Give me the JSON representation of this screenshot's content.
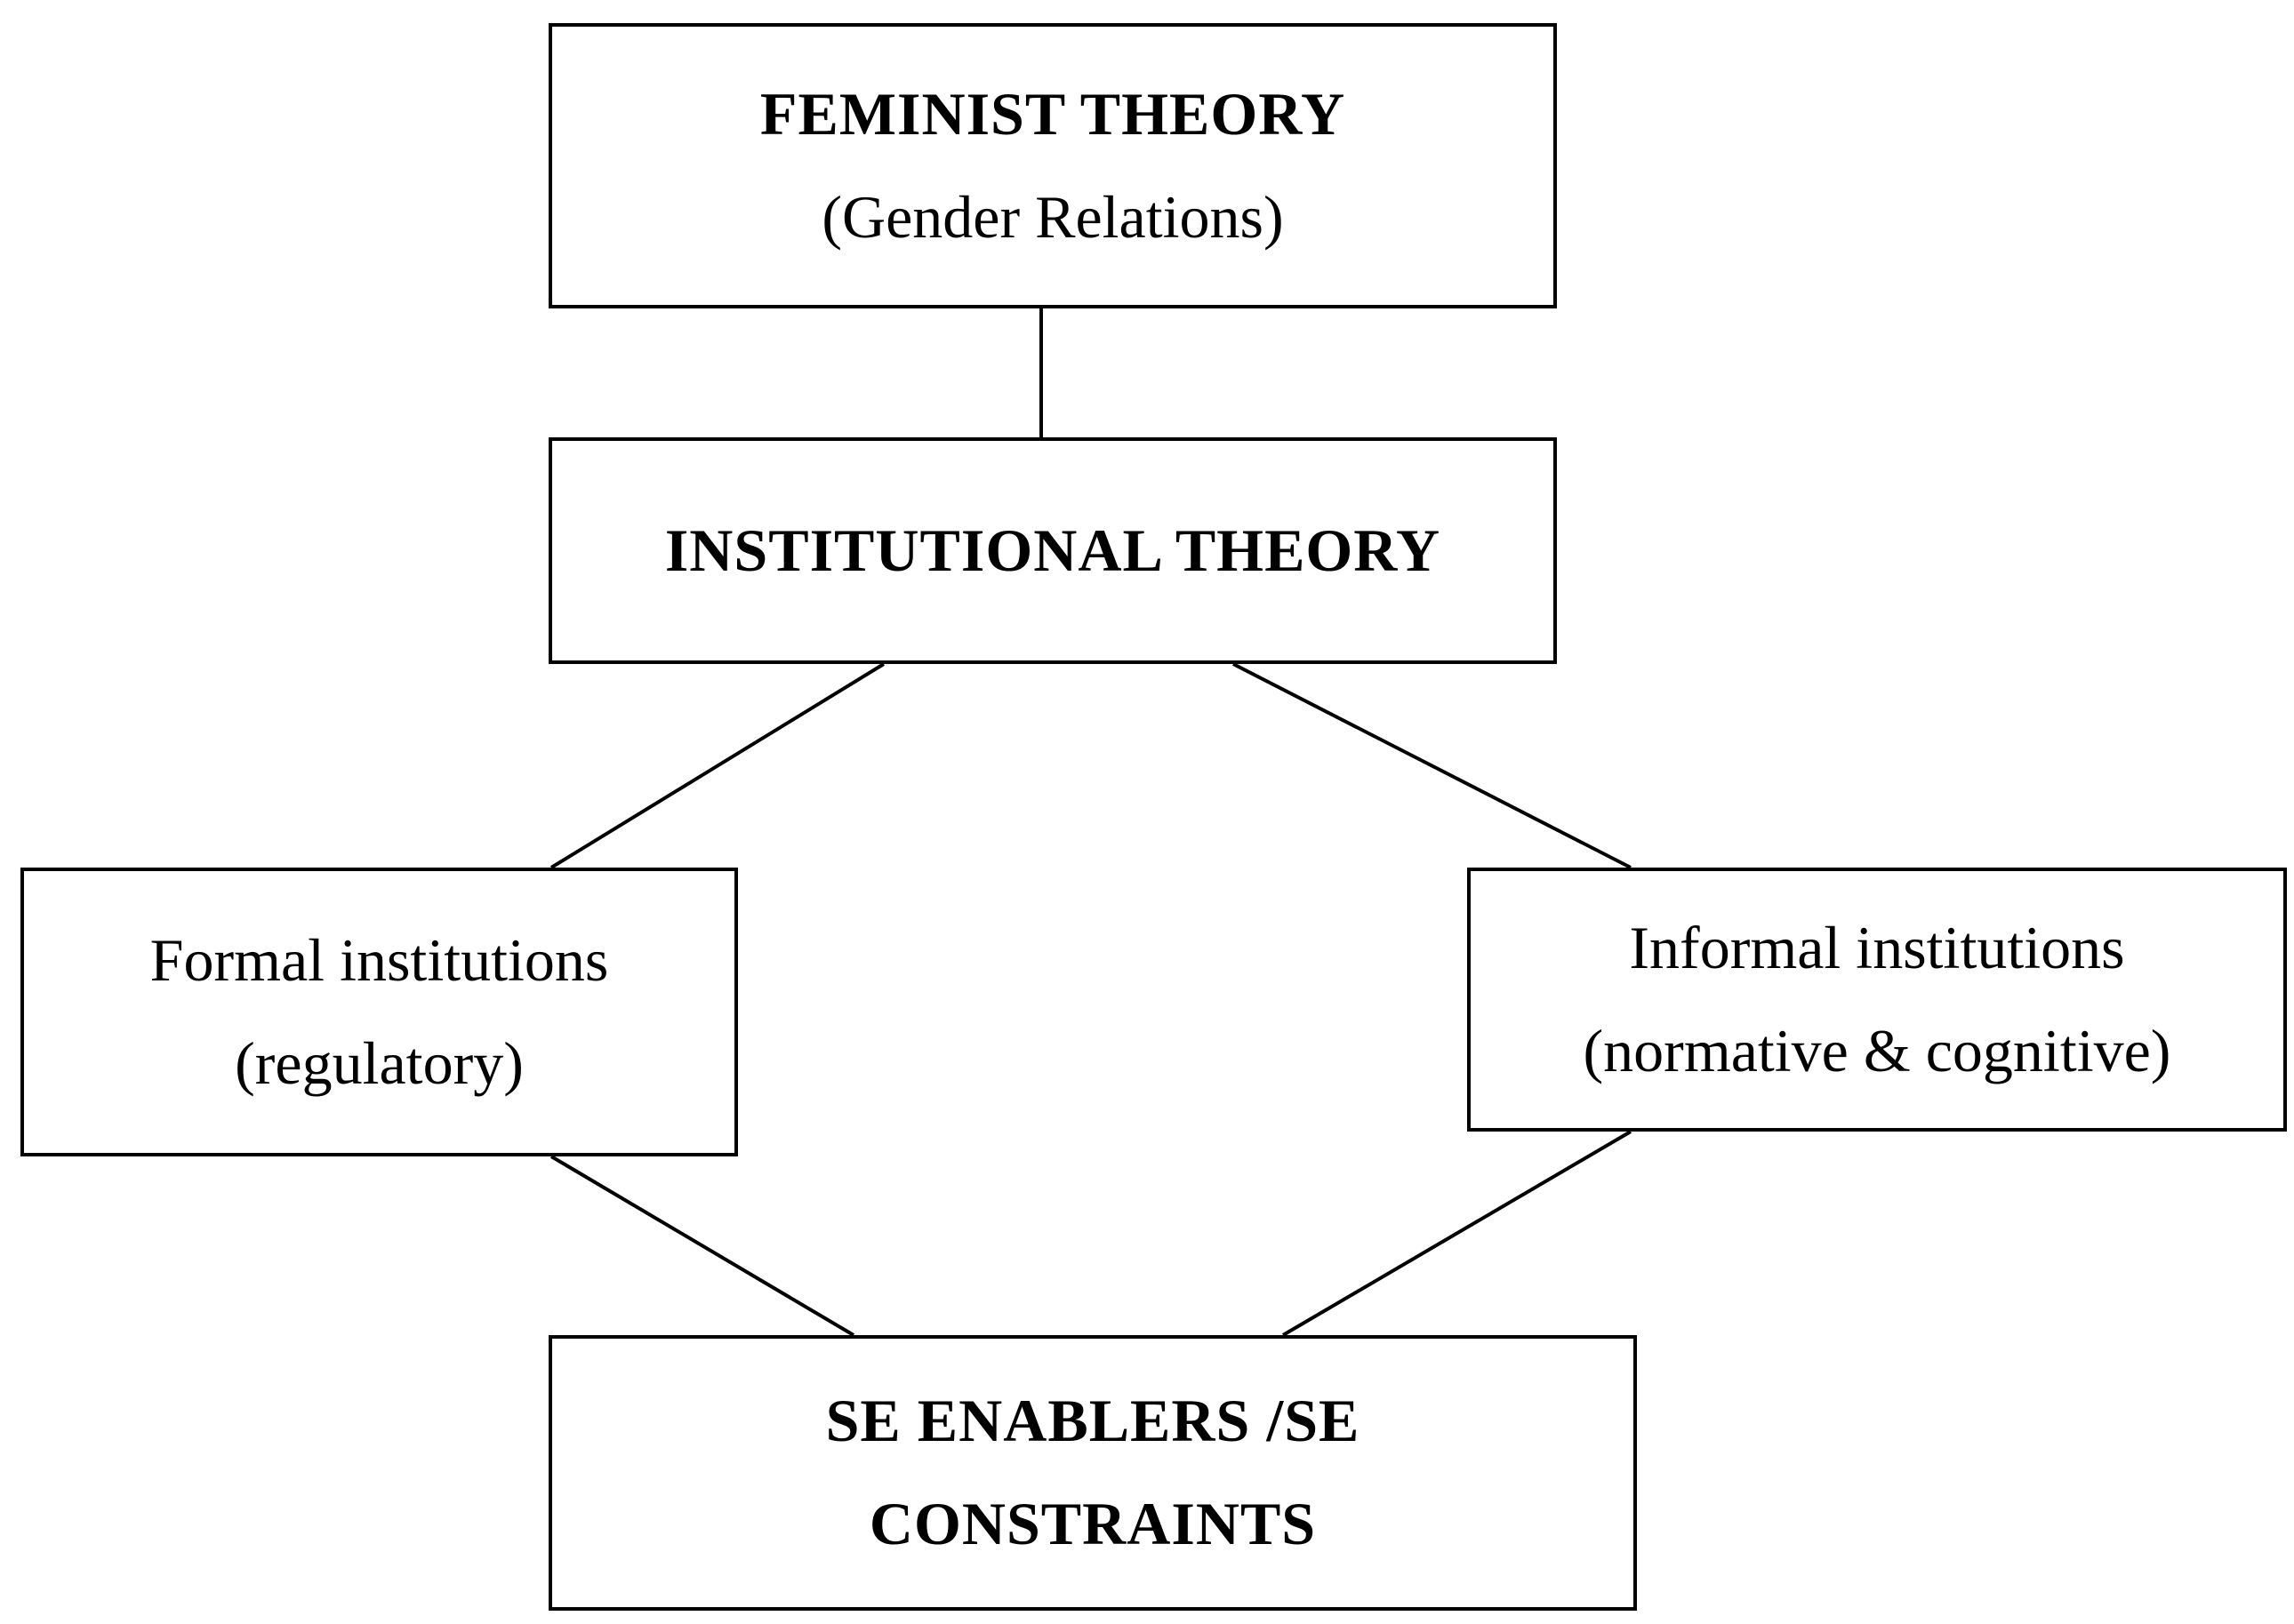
{
  "diagram": {
    "feminist": {
      "title": "FEMINIST THEORY",
      "subtitle": "(Gender Relations)"
    },
    "institutional": {
      "title": "INSTITUTIONAL THEORY"
    },
    "formal": {
      "title": "Formal institutions",
      "subtitle": "(regulatory)"
    },
    "informal": {
      "title": "Informal institutions",
      "subtitle": "(normative & cognitive)"
    },
    "outcome": {
      "line1": "SE ENABLERS /SE",
      "line2": "CONSTRAINTS"
    }
  }
}
